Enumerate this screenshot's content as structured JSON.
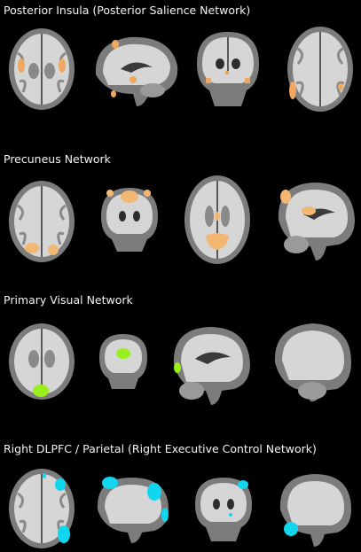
{
  "networks": [
    {
      "title": "Posterior Insula (Posterior Salience Network)",
      "color": "#f0a860"
    },
    {
      "title": "Precuneus Network",
      "color": "#f3b774"
    },
    {
      "title": "Primary Visual Network",
      "color": "#9aee1c"
    },
    {
      "title": "Right DLPFC / Parietal (Right Executive Control Network)",
      "color": "#12d6ef"
    }
  ],
  "palette": {
    "background": "#000000",
    "gray_matter": "#7c7c7c",
    "white_matter": "#d6d6d6",
    "text": "#f2f2f2"
  }
}
